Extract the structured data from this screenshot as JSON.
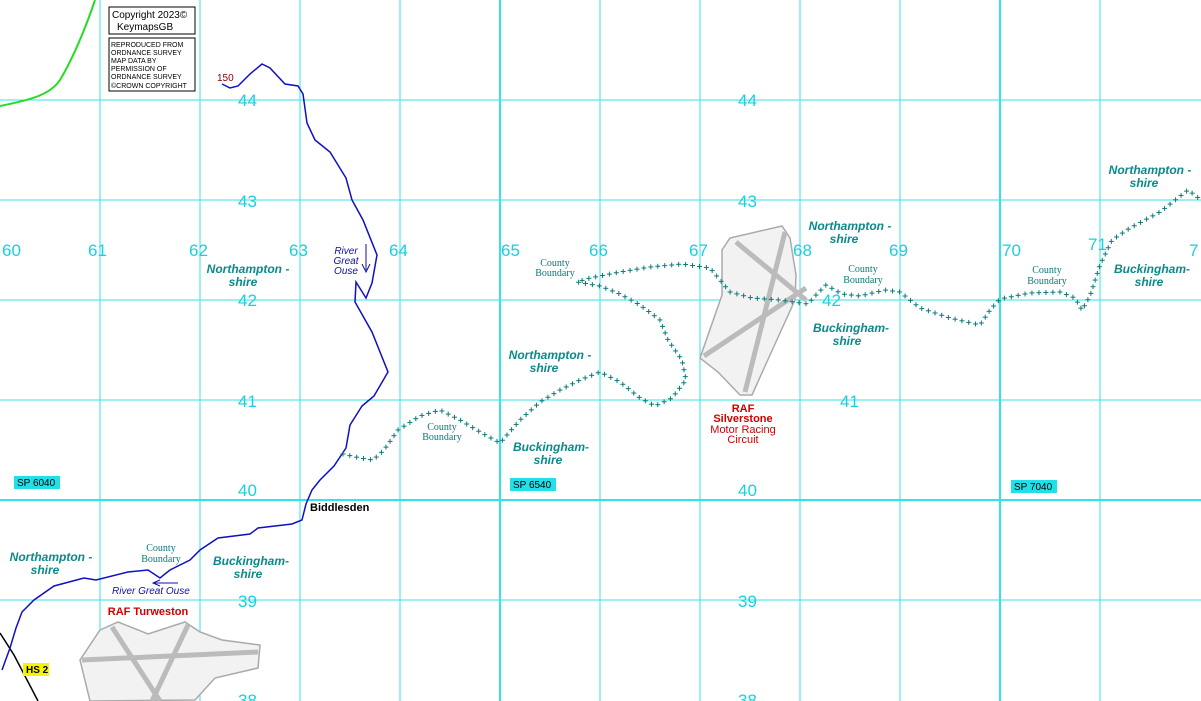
{
  "colors": {
    "grid": "#33e3ea",
    "grid_label": "#18d0e0",
    "river": "#1010c0",
    "county_boundary": "#0a7a7a",
    "county_label": "#0a8a8a",
    "green_line": "#22dd22",
    "raf": "#d00000",
    "airfield_fill": "#f2f2f2",
    "airfield_outline": "#aaaaaa",
    "runway": "#bbbbbb",
    "ref_box": "#22e0ea",
    "hs2_box": "#f5f500"
  },
  "copyright": {
    "line1": "Copyright 2023©",
    "line2": "KeymapsGB",
    "reproduced": [
      "REPRODUCED FROM",
      "ORDNANCE SURVEY",
      "MAP DATA BY",
      "PERMISSION OF",
      "ORDNANCE SURVEY",
      "©CROWN COPYRIGHT"
    ]
  },
  "grid": {
    "eastings_labels": [
      "60",
      "61",
      "62",
      "63",
      "64",
      "65",
      "66",
      "67",
      "68",
      "69",
      "70",
      "71",
      "7"
    ],
    "northings_labels": [
      "44",
      "43",
      "42",
      "41",
      "40",
      "39",
      "38"
    ],
    "col_north_labels": [
      "44",
      "43",
      "42",
      "41",
      "40",
      "39",
      "38"
    ],
    "right_col_labels": [
      "44",
      "43",
      "42",
      "41",
      "40",
      "39",
      "38"
    ]
  },
  "references": [
    "SP 6040",
    "SP 6540",
    "SP 7040"
  ],
  "spot_height": "150",
  "counties": {
    "northamptonshire": [
      "Northampton -",
      "shire"
    ],
    "buckinghamshire": [
      "Buckingham-",
      "shire"
    ]
  },
  "boundary_label": [
    "County",
    "Boundary"
  ],
  "river": {
    "name_lines": [
      "River",
      "Great",
      "Ouse"
    ],
    "name_single": "River Great Ouse"
  },
  "places": {
    "biddlesden": "Biddlesden"
  },
  "raf_silverstone": {
    "line1": "RAF",
    "line2": "Silverstone",
    "line3": "Motor Racing",
    "line4": "Circuit"
  },
  "raf_turweston": "RAF Turweston",
  "hs2": "HS 2"
}
